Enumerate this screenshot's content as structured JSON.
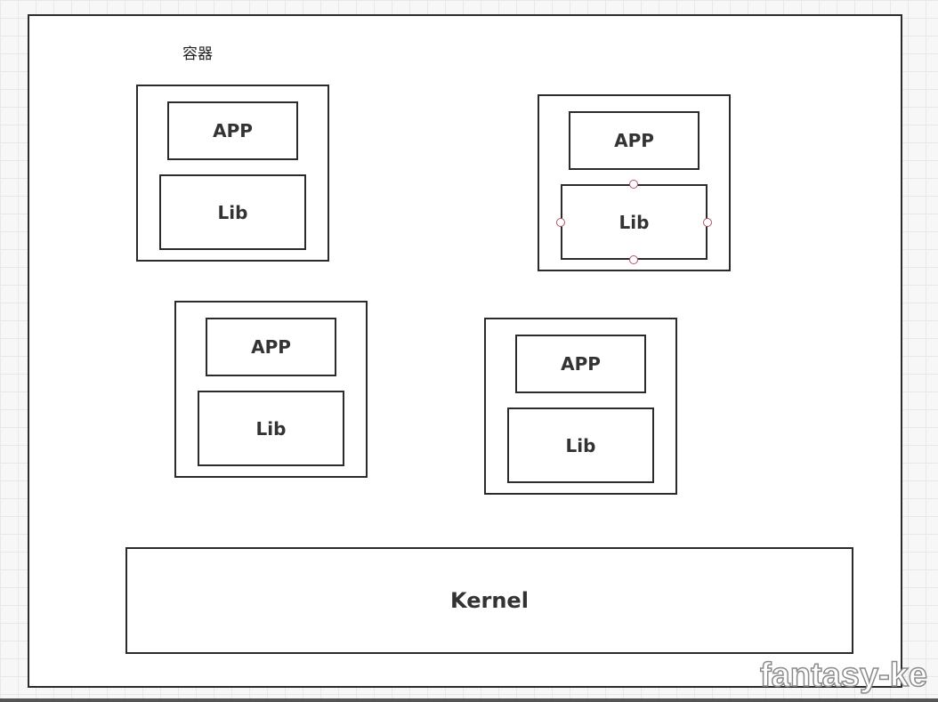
{
  "diagram": {
    "caption": "容器",
    "containers": [
      {
        "app_label": "APP",
        "lib_label": "Lib"
      },
      {
        "app_label": "APP",
        "lib_label": "Lib"
      },
      {
        "app_label": "APP",
        "lib_label": "Lib"
      },
      {
        "app_label": "APP",
        "lib_label": "Lib"
      }
    ],
    "kernel_label": "Kernel"
  },
  "watermark": "fantasy-ke",
  "colors": {
    "stroke": "#2b2b2b",
    "selection_handle": "#b0556a"
  }
}
